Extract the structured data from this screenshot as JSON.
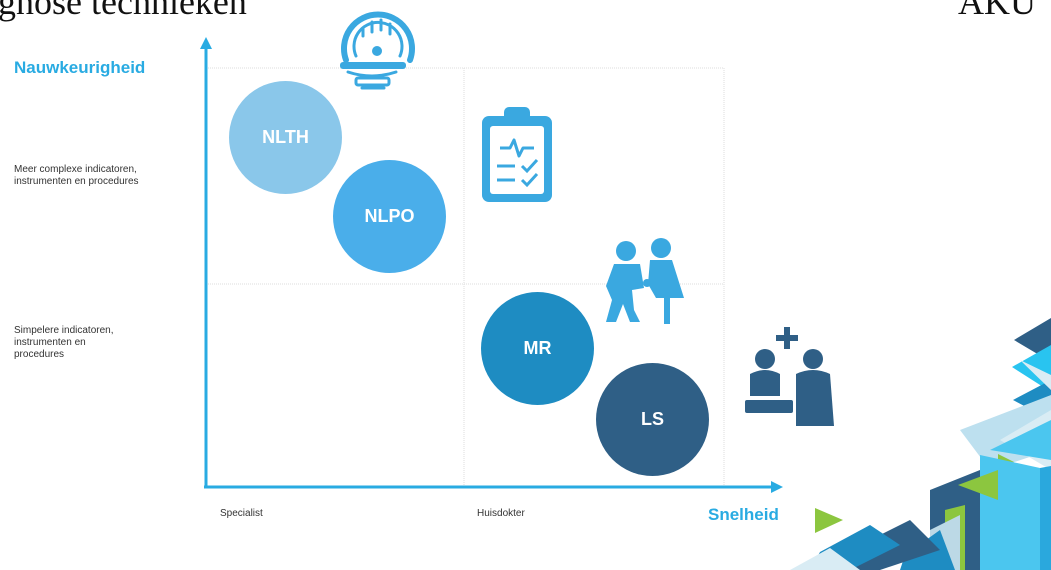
{
  "header": {
    "title_fragment": "gnose technieken",
    "corner_fragment": "AKU"
  },
  "axes": {
    "y_title": "Nauwkeurigheid",
    "x_title": "Snelheid",
    "y_levels": [
      "Meer complexe indicatoren, instrumenten en procedures",
      "Simpelere indicatoren, instrumenten en procedures"
    ],
    "x_levels": [
      "Specialist",
      "Huisdokter"
    ]
  },
  "bubbles": [
    {
      "label": "NLTH",
      "color": "#8ac7ea"
    },
    {
      "label": "NLPO",
      "color": "#4aaeea"
    },
    {
      "label": "MR",
      "color": "#1e8cc2"
    },
    {
      "label": "LS",
      "color": "#2f5f86"
    }
  ],
  "icons": [
    "mri-scanner-icon",
    "medical-clipboard-icon",
    "doctor-patient-icon",
    "consultation-icon"
  ],
  "colors": {
    "accent": "#29abe2",
    "icon": "#3aa8e0",
    "icon_dark": "#2f5f86"
  }
}
